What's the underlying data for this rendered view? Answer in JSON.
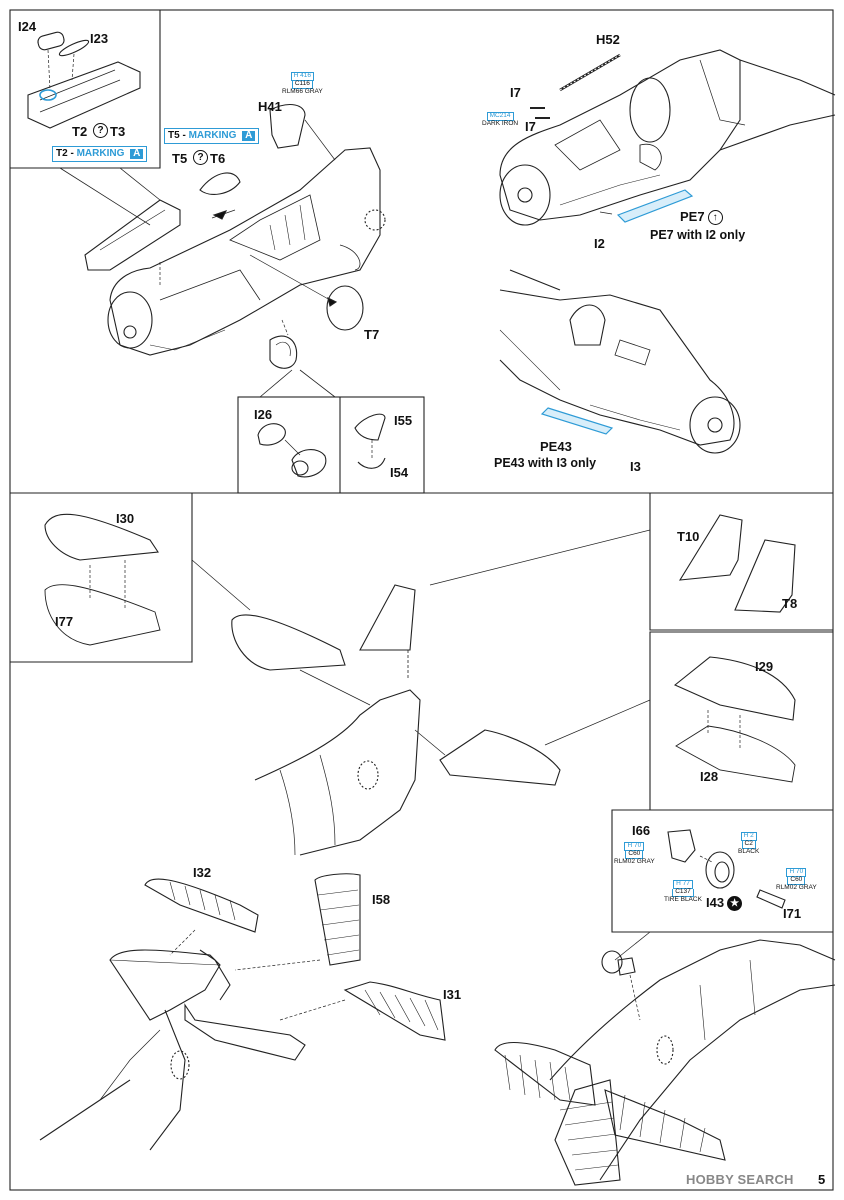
{
  "page_number": "5",
  "watermark": "HOBBY SEARCH",
  "step_top_left": {
    "inset_parts": [
      "I24",
      "I23"
    ],
    "sub_options": [
      "T2",
      "T3"
    ],
    "marking_note_t2": {
      "code": "T2",
      "separator": "-",
      "label": "MARKING",
      "variant": "A"
    },
    "marking_note_t5": {
      "code": "T5",
      "separator": "-",
      "label": "MARKING",
      "variant": "A"
    },
    "canopy_parts": [
      "T5",
      "T6"
    ],
    "headrest_part": "H41",
    "headrest_color": {
      "code_top": "H 416",
      "code_mid": "C116",
      "name": "RLM66 GRAY"
    },
    "spinner_part": "T7",
    "detail_parts": [
      "I26",
      "I55",
      "I54"
    ]
  },
  "step_top_right": {
    "antenna_part": "H52",
    "gun_parts": [
      "I7",
      "I7"
    ],
    "gun_color": {
      "code": "MC214",
      "name": "DARK IRON"
    },
    "cowl_part_1": "I2",
    "pe_part_1": "PE7",
    "pe_note_1": "PE7 with I2 only",
    "cowl_part_2": "I3",
    "pe_part_2": "PE43",
    "pe_note_2": "PE43 with I3 only"
  },
  "step_bottom": {
    "rudder_inset": [
      "I30",
      "I77"
    ],
    "fin_inset": [
      "T10",
      "T8"
    ],
    "stab_inset": [
      "I29",
      "I28"
    ],
    "wheel_inset_parts": [
      "I66",
      "I43",
      "I71"
    ],
    "wheel_colors": [
      {
        "code_top": "H 70",
        "code_mid": "C60",
        "name": "RLM02 GRAY"
      },
      {
        "code_top": "H 2",
        "code_mid": "C2",
        "name": "BLACK"
      },
      {
        "code_top": "H 77",
        "code_mid": "C137",
        "name": "TIRE BLACK"
      },
      {
        "code_top": "H 70",
        "code_mid": "C60",
        "name": "RLM02 GRAY"
      }
    ],
    "tail_parts": [
      "I32",
      "I58",
      "I31"
    ]
  }
}
